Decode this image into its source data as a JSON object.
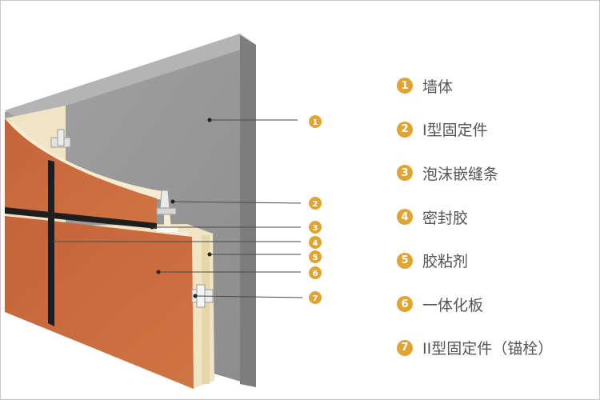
{
  "colors": {
    "wall": "#959595",
    "panel": "#c86a3c",
    "insulation": "#f2e8c9",
    "joint": "#1e1e1e",
    "marker": "#e0a433",
    "legend_text": "#555555"
  },
  "legend": [
    {
      "num": "1",
      "label": "墙体"
    },
    {
      "num": "2",
      "label": "I型固定件"
    },
    {
      "num": "3",
      "label": "泡沫嵌缝条"
    },
    {
      "num": "4",
      "label": "密封胶"
    },
    {
      "num": "5",
      "label": "胶粘剂"
    },
    {
      "num": "6",
      "label": "一体化板"
    },
    {
      "num": "7",
      "label": "II型固定件（锚栓）"
    }
  ],
  "callouts": [
    {
      "num": "1"
    },
    {
      "num": "2"
    },
    {
      "num": "3"
    },
    {
      "num": "4"
    },
    {
      "num": "5"
    },
    {
      "num": "6"
    },
    {
      "num": "7"
    }
  ]
}
